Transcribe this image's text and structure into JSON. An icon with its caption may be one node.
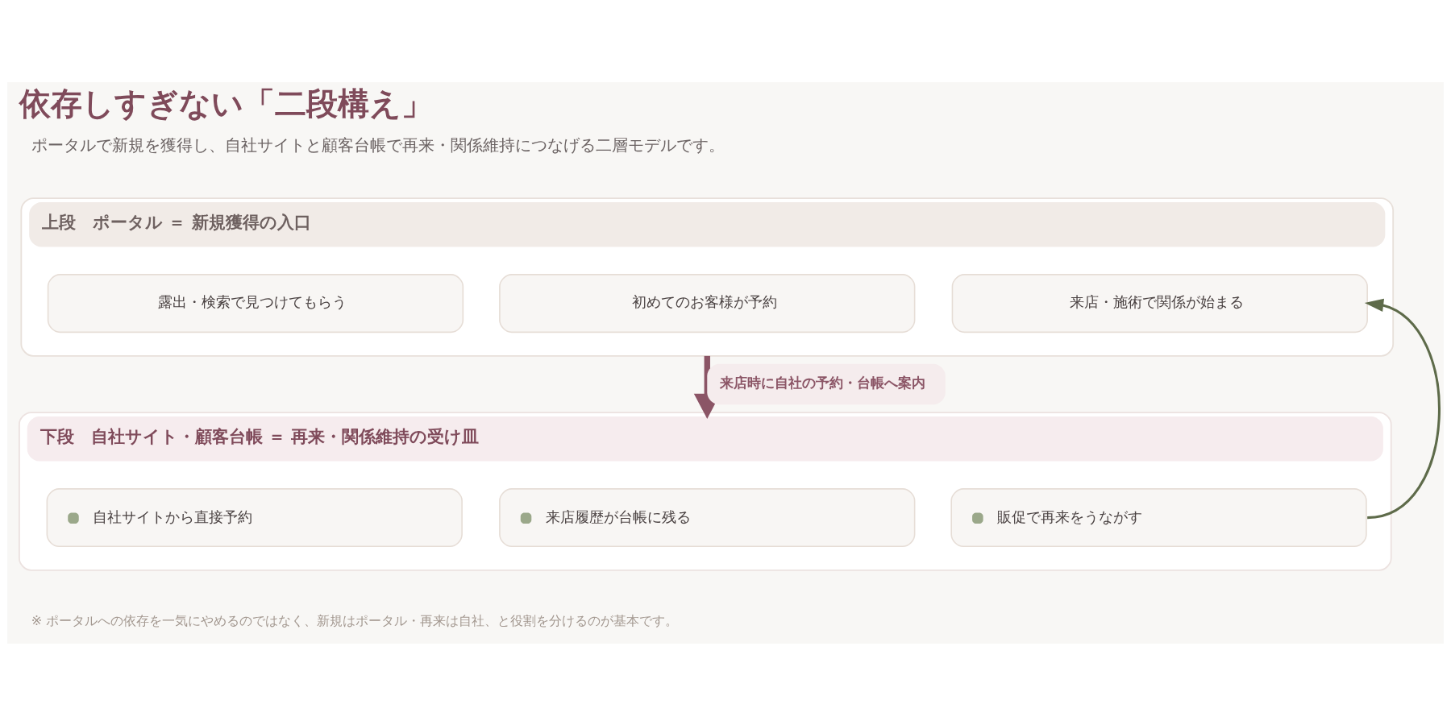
{
  "diagram": {
    "title": "依存しすぎない「二段構え」",
    "nodes": [
      {
        "text": [
          "上段　ポータル ＝ 新規獲得の入口"
        ]
      },
      {
        "text": [
          "露出・検索で見つけてもらう"
        ],
        "in": 0
      },
      {
        "text": [
          "初めてのお客様が予約"
        ],
        "in": 0
      },
      {
        "text": [
          "来店・施術で関係が始まる"
        ],
        "in": 0
      },
      {
        "text": [
          "下段　自社サイト・顧客台帳 ＝ 再来・関係維持の受け皿"
        ]
      },
      {
        "text": [
          "自社サイトから直接予約"
        ],
        "in": 4
      },
      {
        "text": [
          "来店履歴が台帳に残る"
        ],
        "in": 4
      },
      {
        "text": [
          "販促で再来をうながす"
        ],
        "in": 4
      }
    ],
    "edges": [
      {
        "from": 0,
        "to": 4,
        "arrow": "to",
        "label": "来店時に自社の予約・台帳へ案内",
        "style": "thick",
        "color": "#8b5566"
      },
      {
        "from": 7,
        "to": 3,
        "arrow": "to",
        "color": "#5e6b4a"
      }
    ],
    "labels": [
      "ポータルで新規を獲得し、自社サイトと顧客台帳で再来・関係維持につなげる二層モデルです。",
      "※ ポータルへの依存を一気にやめるのではなく、新規はポータル・再来は自社、と役割を分けるのが基本です。"
    ]
  }
}
